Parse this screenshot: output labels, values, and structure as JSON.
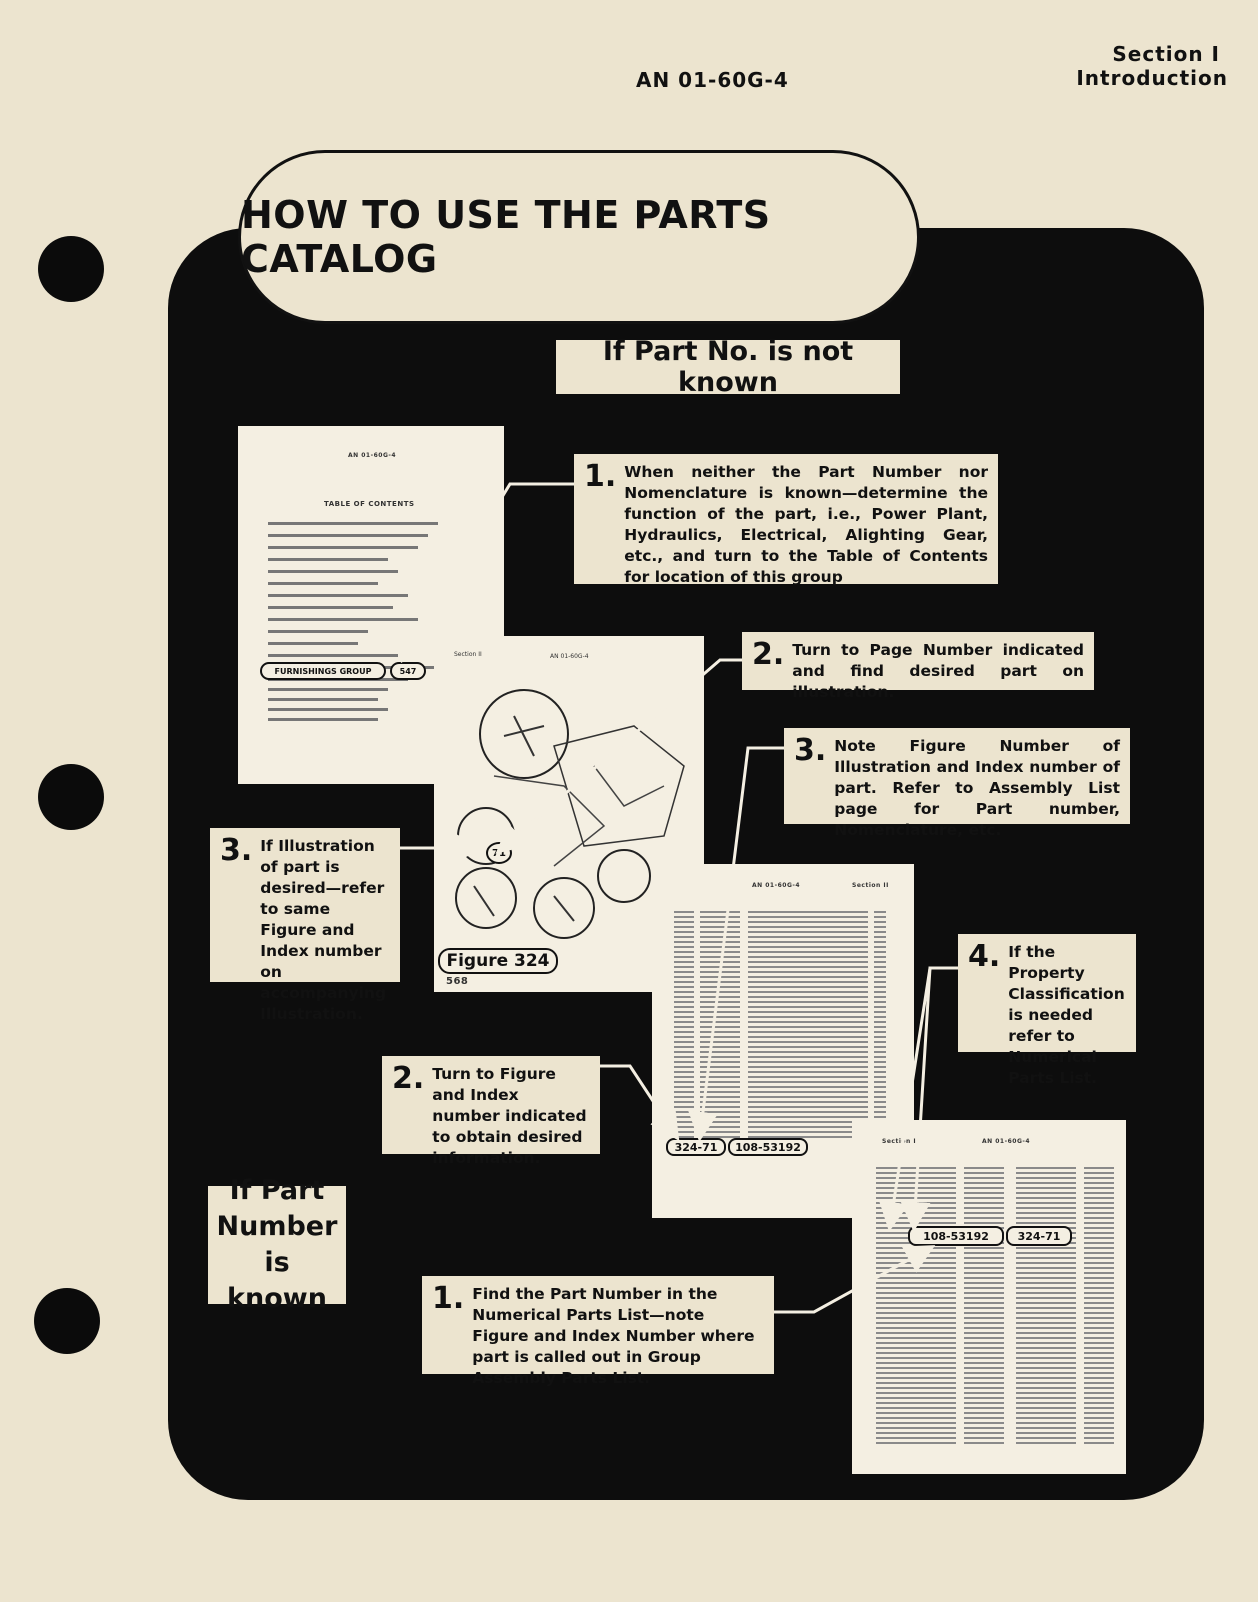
{
  "header": {
    "doc_number": "AN 01-60G-4",
    "section": "Section I",
    "section_title": "Introduction"
  },
  "title": "HOW TO USE THE PARTS CATALOG",
  "not_known": {
    "heading": "If Part No. is not known",
    "steps": [
      {
        "number": "1.",
        "text": "When neither the Part Number nor Nomenclature is known—determine the function of the part, i.e., Power Plant, Hydraulics, Electrical, Alighting Gear, etc., and turn to the Table of Contents for location of this group"
      },
      {
        "number": "2.",
        "text": "Turn to Page Number indicated and find desired part on illustration."
      },
      {
        "number": "3.",
        "text": "Note Figure Number of Illustration and Index number of part. Refer to Assembly List page for Part number, Nomenclature, etc."
      },
      {
        "number": "3.",
        "text": "If Illustration of part is desired—refer to same Figure and Index number on accompanying Illustration."
      },
      {
        "number": "2.",
        "text": "Turn to Figure and Index number indicated to obtain desired information."
      },
      {
        "number": "4.",
        "text": "If the Property Classification is needed refer to Numerical Parts List."
      }
    ]
  },
  "known": {
    "heading": "If Part Number is known",
    "steps": [
      {
        "number": "1.",
        "text": "Find the Part Number in the Numerical Parts List—note Figure and Index Number where part is called out in Group Assembly Parts List."
      }
    ]
  },
  "thumbnails": {
    "toc_title": "TABLE OF CONTENTS",
    "toc_group": "FURNISHINGS GROUP",
    "toc_page": "547",
    "figure_label": "Figure 324",
    "figure_page": "568",
    "figure_index": "71",
    "list_figure_index": "324-71",
    "list_part_number": "108-53192",
    "numerical_part_number": "108-53192",
    "numerical_figure_index": "324-71"
  },
  "colors": {
    "paper": "#ece4cf",
    "panel": "#0d0d0d"
  }
}
